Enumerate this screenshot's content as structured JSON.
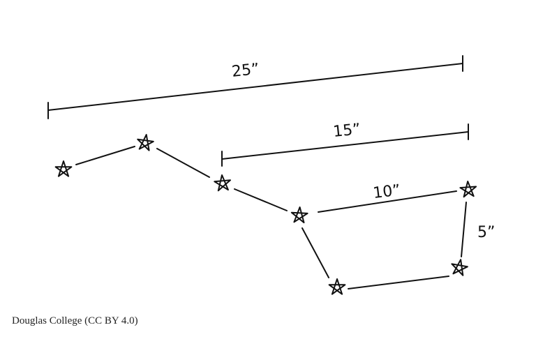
{
  "measurements": {
    "full_span": "25”",
    "middle_span": "15”",
    "bowl_top": "10”",
    "bowl_side": "5”"
  },
  "caption": "Douglas College (CC BY 4.0)",
  "colors": {
    "ink": "#111111",
    "background": "#ffffff"
  }
}
